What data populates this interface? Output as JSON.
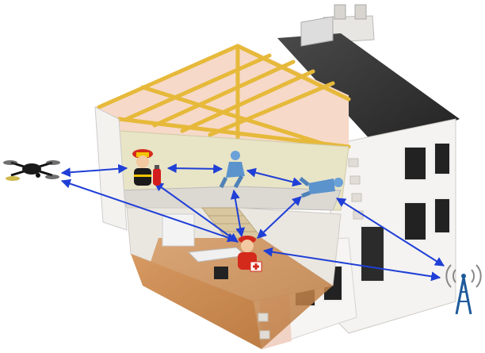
{
  "diagram": {
    "nodes": [
      {
        "id": "drone",
        "icon": "drone-icon"
      },
      {
        "id": "firefighter-attic",
        "icon": "firefighter-icon"
      },
      {
        "id": "fire-extinguisher",
        "icon": "fire-extinguisher-icon"
      },
      {
        "id": "person-crawling",
        "icon": "crawling-person-icon"
      },
      {
        "id": "person-fallen",
        "icon": "fallen-person-icon"
      },
      {
        "id": "paramedic",
        "icon": "paramedic-icon"
      },
      {
        "id": "cell-tower",
        "icon": "cell-tower-icon"
      },
      {
        "id": "house",
        "icon": "house-cutaway-icon"
      }
    ],
    "links": [
      {
        "from": "drone",
        "to": "firefighter-attic",
        "direction": "both"
      },
      {
        "from": "drone",
        "to": "paramedic",
        "direction": "both"
      },
      {
        "from": "firefighter-attic",
        "to": "person-crawling",
        "direction": "both"
      },
      {
        "from": "firefighter-attic",
        "to": "paramedic",
        "direction": "both"
      },
      {
        "from": "person-crawling",
        "to": "person-fallen",
        "direction": "both"
      },
      {
        "from": "person-crawling",
        "to": "paramedic",
        "direction": "both"
      },
      {
        "from": "person-fallen",
        "to": "paramedic",
        "direction": "both"
      },
      {
        "from": "person-fallen",
        "to": "cell-tower",
        "direction": "both"
      },
      {
        "from": "paramedic",
        "to": "cell-tower",
        "direction": "both"
      }
    ],
    "colors": {
      "link": "#1f3fd6",
      "roof": "#3a3a3a",
      "wall": "#f2f0ec",
      "beam": "#f0c848",
      "insulation": "#f3c9b5",
      "floor": "#c98a55",
      "tower": "#1e5a9a"
    }
  }
}
